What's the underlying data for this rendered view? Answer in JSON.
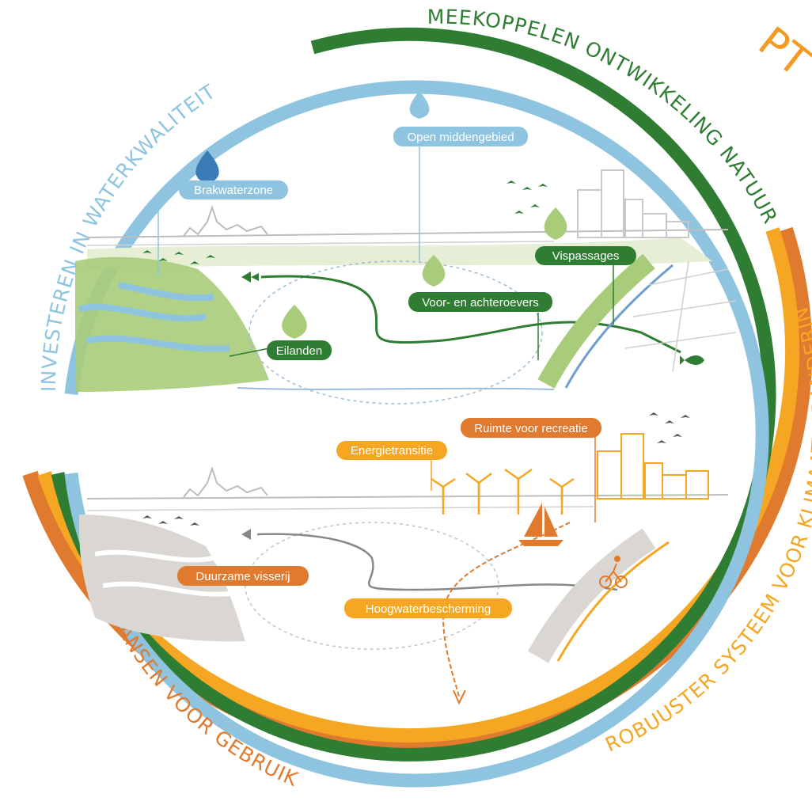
{
  "arcs": {
    "water": "INVESTEREN IN WATERKWALITEIT",
    "nature": "MEEKOPPELEN ONTWIKKELING NATUUR",
    "climate": "ROBUUSTER SYSTEEM VOOR KLIMAATVERANDERING",
    "use": "KANSEN VOOR GEBRUIK"
  },
  "labels": {
    "brakwaterzone": "Brakwaterzone",
    "open_middengebied": "Open middengebied",
    "vispassages": "Vispassages",
    "voor_en_achteroevers": "Voor- en achteroevers",
    "eilanden": "Eilanden",
    "energietransitie": "Energietransitie",
    "ruimte_voor_recreatie": "Ruimte voor recreatie",
    "duurzame_visserij": "Duurzame visserij",
    "hoogwaterbescherming": "Hoogwaterbescherming"
  },
  "colors": {
    "blue": "#8ec4e0",
    "darkblue": "#3a7bb8",
    "green": "#2e7d32",
    "lightgreen": "#a8cc7a",
    "orange": "#e07a2e",
    "yellow": "#f5a623"
  },
  "corner_mark": "PT"
}
